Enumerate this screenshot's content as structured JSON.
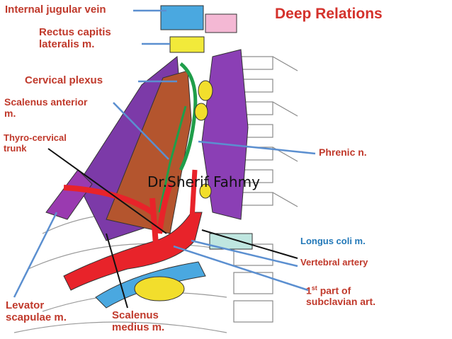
{
  "title": "Deep Relations",
  "credit": "Dr.Sherif Fahmy",
  "labels": {
    "internal_jugular_vein": "Internal jugular vein",
    "rectus_capitis_1": "Rectus capitis",
    "rectus_capitis_2": "lateralis m.",
    "cervical_plexus": "Cervical plexus",
    "scalenus_anterior_1": "Scalenus anterior",
    "scalenus_anterior_2": "m.",
    "thyro_cervical_1": "Thyro-cervical",
    "thyro_cervical_2": "trunk",
    "phrenic": "Phrenic n.",
    "longus_coli": "Longus coli m.",
    "vertebral_artery": "Vertebral artery",
    "subclavian_ordinal": "1",
    "subclavian_sup": "st",
    "subclavian_1": " part of",
    "subclavian_2": "subclavian art.",
    "levator_1": "Levator",
    "levator_2": "scapulae m.",
    "scalenus_medius_1": "Scalenus",
    "scalenus_medius_2": "medius m."
  },
  "colors": {
    "title": "#d4322c",
    "label_red": "#c0392b",
    "label_blue": "#2278b8",
    "leader": "#5b8fd0",
    "artery": "#e8232a",
    "vein": "#4aa8e0",
    "nerve": "#1f9e4a",
    "scalenus_anterior": "#b4552e",
    "longus": "#8b3fb5",
    "ganglion": "#f2de2c"
  }
}
